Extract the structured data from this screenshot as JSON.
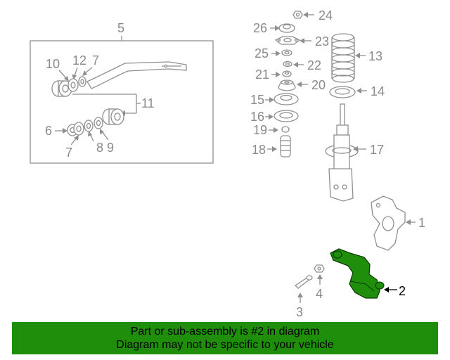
{
  "diagram": {
    "callouts": [
      "1",
      "2",
      "3",
      "4",
      "5",
      "6",
      "7",
      "8",
      "9",
      "10",
      "11",
      "12",
      "13",
      "14",
      "15",
      "16",
      "17",
      "18",
      "19",
      "20",
      "21",
      "22",
      "23",
      "24",
      "25",
      "26"
    ],
    "callout_labels": {
      "p1": "1",
      "p2": "2",
      "p3": "3",
      "p4": "4",
      "p5": "5",
      "p6": "6",
      "p7a": "7",
      "p7b": "7",
      "p8": "8",
      "p9": "9",
      "p10": "10",
      "p11": "11",
      "p12": "12",
      "p13": "13",
      "p14": "14",
      "p15": "15",
      "p16": "16",
      "p17": "17",
      "p18": "18",
      "p19": "19",
      "p20": "20",
      "p21": "21",
      "p22": "22",
      "p23": "23",
      "p24": "24",
      "p25": "25",
      "p26": "26"
    },
    "highlight_color": "#1f8e0a",
    "line_color": "#8f8f8f"
  },
  "banner": {
    "line1": "Part or sub-assembly is #2 in diagram",
    "line2": "Diagram may not be specific to your vehicle",
    "color": "#1f8e0a"
  }
}
